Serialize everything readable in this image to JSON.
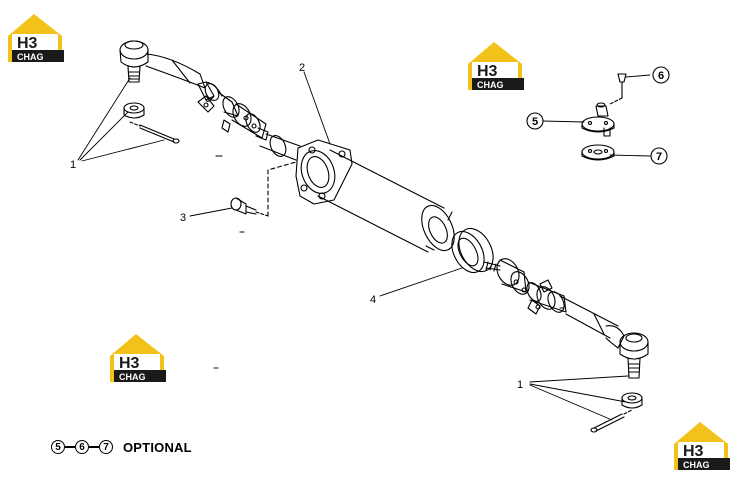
{
  "logo": {
    "line1": "H3",
    "line2": "CHAG",
    "accent": "#f2c21b",
    "dark": "#1a1a1a"
  },
  "callouts": {
    "c1_left": "1",
    "c1_right": "1",
    "c2": "2",
    "c3": "3",
    "c4": "4",
    "c5": "5",
    "c6": "6",
    "c7": "7"
  },
  "legend": {
    "n5": "5",
    "n6": "6",
    "n7": "7",
    "label": "OPTIONAL"
  }
}
